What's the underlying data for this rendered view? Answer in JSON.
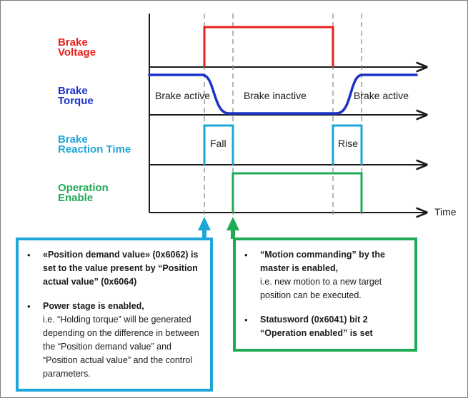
{
  "colors": {
    "voltage": "#e8201c",
    "torque": "#1a32c8",
    "reaction": "#1fa6d9",
    "enable": "#1faa55",
    "axis": "#1a1a1a",
    "guide": "#8c8c8c"
  },
  "signals": {
    "brake_voltage": {
      "line1": "Brake",
      "line2": "Voltage"
    },
    "brake_torque": {
      "line1": "Brake",
      "line2": "Torque",
      "state_active_left": "Brake active",
      "state_inactive": "Brake inactive",
      "state_active_right": "Brake active"
    },
    "brake_reaction_time": {
      "line1": "Brake",
      "line2": "Reaction Time",
      "fall": "Fall",
      "rise": "Rise"
    },
    "operation_enable": {
      "line1": "Operation",
      "line2": "Enable"
    }
  },
  "time_axis_label": "Time",
  "notes": {
    "left": [
      {
        "head": "«Position demand value» (0x6062) is set to the value present by “Position actual value” (0x6064)",
        "body": ""
      },
      {
        "head": "Power stage is enabled,",
        "body": "i.e. “Holding torque” will be generated depending on the difference in between the “Position demand value” and “Position actual value” and the control parameters."
      }
    ],
    "right": [
      {
        "head": "“Motion commanding” by the master is enabled,",
        "body": "i.e. new motion to a new target position can be executed."
      },
      {
        "head": "Statusword (0x6041) bit 2 “Operation enabled” is set",
        "body": ""
      }
    ]
  }
}
